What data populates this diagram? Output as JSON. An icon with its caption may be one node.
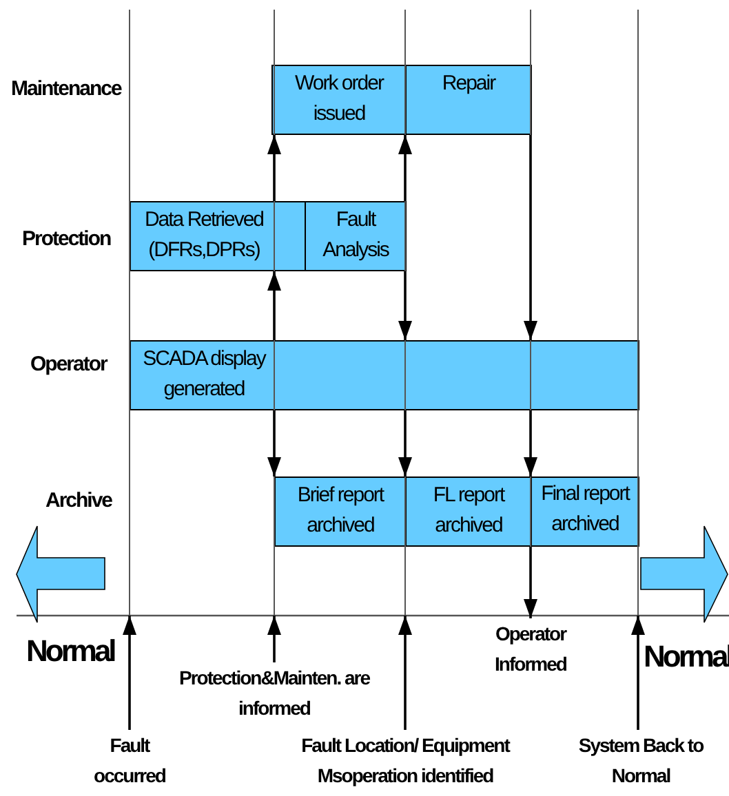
{
  "diagram": {
    "nodes": [
      {
        "text": [
          "Work order issued"
        ]
      },
      {
        "text": [
          "Repair"
        ]
      },
      {
        "text": [
          "Data Retrieved (DFRs,DPRs)"
        ]
      },
      {
        "text": [
          "Fault Analysis"
        ]
      },
      {
        "text": [
          "SCADA display generated"
        ]
      },
      {
        "text": [
          "Brief report archived"
        ]
      },
      {
        "text": [
          "FL report archived"
        ]
      },
      {
        "text": [
          "Final report archived"
        ]
      },
      {
        "text": [
          "Operator Informed"
        ]
      },
      {
        "text": [
          "Fault occurred"
        ]
      },
      {
        "text": [
          "Protection&Mainten. are informed"
        ]
      },
      {
        "text": [
          "Fault Location/ Equipment Msoperation identified"
        ]
      },
      {
        "text": [
          "System Back to Normal"
        ]
      }
    ],
    "edges": [
      {
        "from": 4,
        "to": 2,
        "arrow": "to"
      },
      {
        "from": 2,
        "to": 0,
        "arrow": "to"
      },
      {
        "from": 4,
        "to": 5,
        "arrow": "to"
      },
      {
        "from": 3,
        "to": 1,
        "arrow": "to"
      },
      {
        "from": 3,
        "to": 4,
        "arrow": "to"
      },
      {
        "from": 4,
        "to": 6,
        "arrow": "to"
      },
      {
        "from": 1,
        "to": 4,
        "arrow": "to"
      },
      {
        "from": 4,
        "to": 7,
        "arrow": "to"
      },
      {
        "from": 7,
        "to": 8,
        "arrow": "to"
      },
      {
        "from": 9,
        "to": null,
        "arrow": "to"
      },
      {
        "from": 10,
        "to": null,
        "arrow": "to"
      },
      {
        "from": 11,
        "to": null,
        "arrow": "to"
      },
      {
        "from": 12,
        "to": null,
        "arrow": "to"
      }
    ],
    "labels": [
      "Maintenance",
      "Protection",
      "Operator",
      "Archive",
      "Normal",
      "Normal"
    ]
  }
}
